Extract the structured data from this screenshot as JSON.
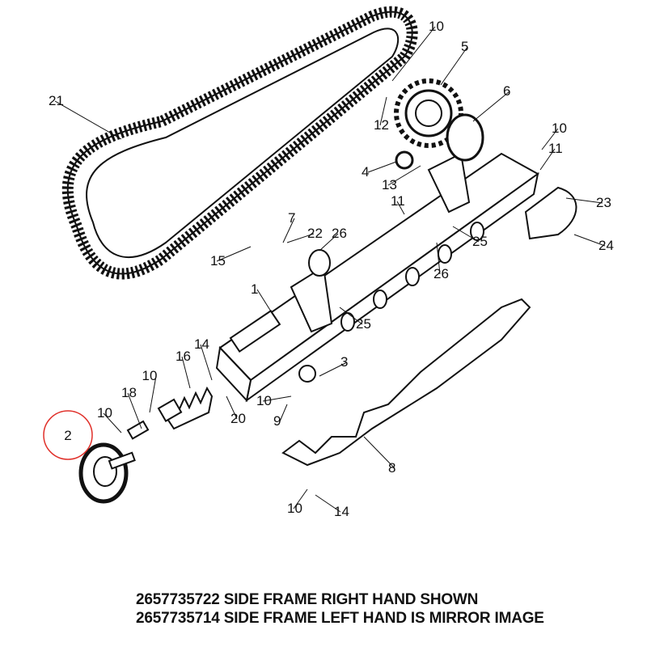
{
  "diagram": {
    "callouts": [
      "21",
      "10",
      "5",
      "6",
      "12",
      "10",
      "11",
      "4",
      "13",
      "11",
      "23",
      "7",
      "22",
      "26",
      "15",
      "24",
      "25",
      "26",
      "1",
      "25",
      "14",
      "16",
      "3",
      "10",
      "18",
      "10",
      "20",
      "9",
      "10",
      "2",
      "8",
      "10",
      "14"
    ],
    "highlight_color": "#e0302a",
    "highlighted_callout": "2"
  },
  "caption": {
    "line1": "2657735722 SIDE FRAME RIGHT HAND SHOWN",
    "line2": "2657735714 SIDE FRAME LEFT HAND IS MIRROR IMAGE"
  }
}
